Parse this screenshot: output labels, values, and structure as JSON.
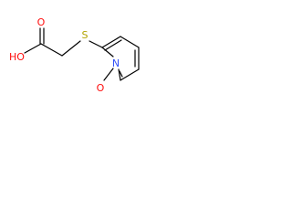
{
  "molecule": {
    "atoms": {
      "hydroxyl": "HO",
      "carbonyl_oxygen": "O",
      "sulfur": "S",
      "ring_nitrogen": "N",
      "n_oxide_oxygen": "O"
    },
    "atom_colors": {
      "oxygen": "#ff0d0d",
      "sulfur": "#b2a400",
      "nitrogen": "#3050f8",
      "bond": "#000000"
    }
  }
}
